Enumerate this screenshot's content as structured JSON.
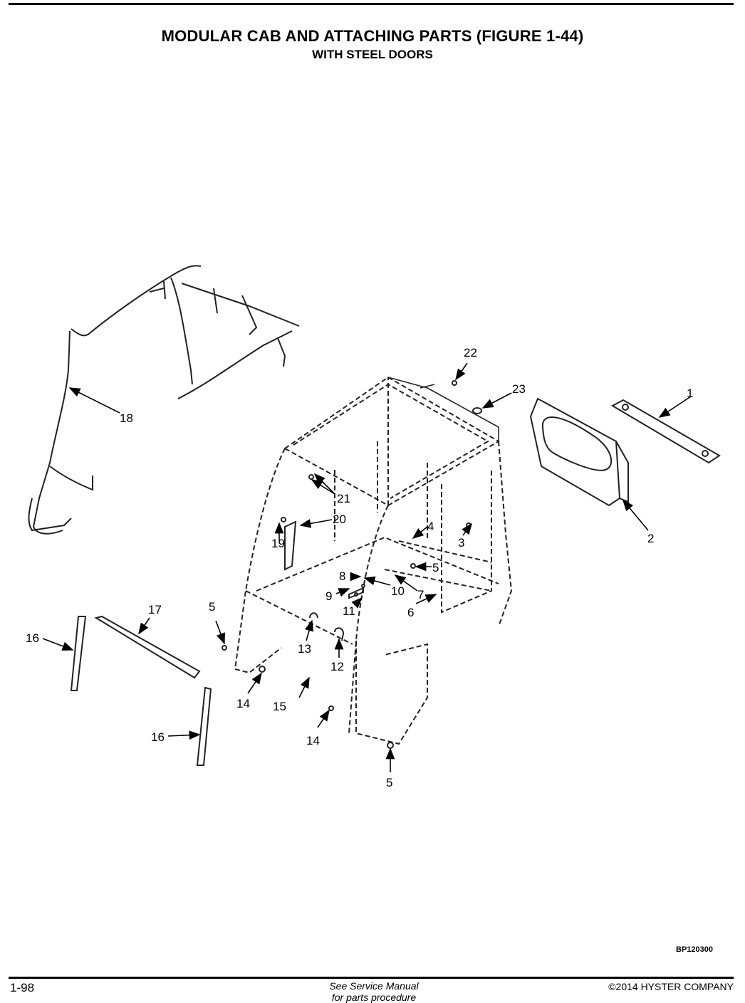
{
  "header": {
    "title": "MODULAR CAB AND ATTACHING PARTS (FIGURE 1-44)",
    "subtitle": "WITH STEEL DOORS"
  },
  "figure": {
    "code": "BP120300",
    "callouts": [
      "1",
      "2",
      "3",
      "4",
      "5",
      "6",
      "7",
      "8",
      "9",
      "10",
      "11",
      "12",
      "13",
      "14",
      "15",
      "16",
      "17",
      "18",
      "19",
      "20",
      "21",
      "22",
      "23"
    ]
  },
  "footer": {
    "page_number": "1-98",
    "center_text": "See Service Manual",
    "center_text_2": "for parts procedure",
    "copyright": "©2014 HYSTER COMPANY"
  }
}
